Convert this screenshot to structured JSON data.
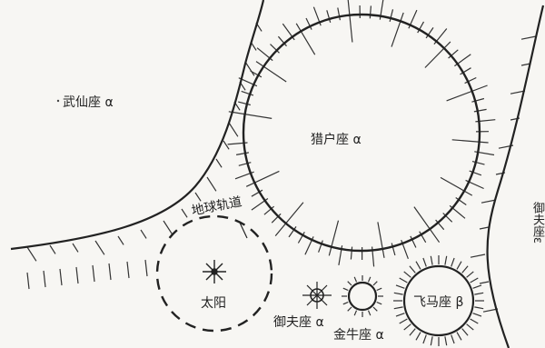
{
  "labels": {
    "antares": "武仙座 α",
    "betelgeuse": "猎户座 α",
    "epsilon_aurigae": "御夫座ε",
    "earth_orbit": "地球轨道",
    "sun": "太阳",
    "capella": "御夫座 α",
    "aldebaran": "金牛座 α",
    "pegasus_beta": "飞马座 β"
  },
  "colors": {
    "ink": "#222222",
    "paper": "#f7f6f3"
  }
}
